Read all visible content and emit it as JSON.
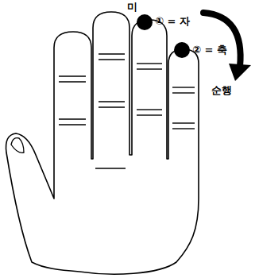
{
  "diagram": {
    "labels": [
      "미",
      "① = 자",
      "② = 축",
      "순행"
    ]
  }
}
